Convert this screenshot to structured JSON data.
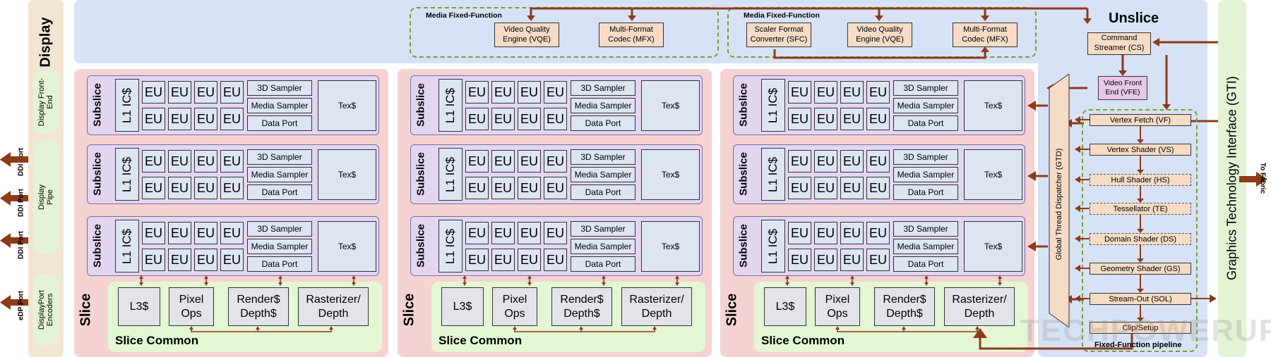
{
  "display": {
    "title": "Display",
    "front_end": "Display Front-End",
    "pipe": "Display Pipe",
    "encoders": "DisplayPort Encoders",
    "ports": [
      "DDI Port",
      "DDI Port",
      "DDI Port",
      "eDP Port"
    ]
  },
  "unslice": {
    "title": "Unslice",
    "command_streamer": "Command Streamer (CS)",
    "video_front_end": "Video Front End (VFE)",
    "gtd": "Global Thread Dispatcher (GTD)"
  },
  "media_ff": {
    "label": "Media Fixed-Function",
    "left": [
      "Video Quality Engine (VQE)",
      "Multi-Format Codec (MFX)"
    ],
    "right": [
      "Scaler Format Converter (SFC)",
      "Video Quality Engine (VQE)",
      "Multi-Format Codec (MFX)"
    ]
  },
  "slice": {
    "label": "Slice",
    "subslice_label": "Subslice",
    "l1": "L1 IC$",
    "eu": "EU",
    "sampler3d": "3D Sampler",
    "media_sampler": "Media Sampler",
    "data_port": "Data Port",
    "tex": "Tex$",
    "common_label": "Slice Common",
    "l3": "L3$",
    "pixel_ops": "Pixel Ops",
    "render": "Render$ Depth$",
    "raster": "Rasterizer/ Depth"
  },
  "pipeline": {
    "label": "Fixed-Function pipeline",
    "stages": [
      "Vertex Fetch (VF)",
      "Vertex Shader (VS)",
      "Hull Shader (HS)",
      "Tessellator (TE)",
      "Domain Shader (DS)",
      "Geometry Shader (GS)",
      "Stream-Out (SOL)",
      "Clip/Setup"
    ]
  },
  "gti": {
    "label": "Graphics Technology Interface (GTI)",
    "to_fabric": "To Fabric"
  },
  "watermark": "TECHPOWERUP",
  "colors": {
    "arrow": "#8b3a1a",
    "slice_bg": "#f6d3d3",
    "unslice_bg": "#d8e2f6",
    "subslice_bg": "#e2d6f0",
    "slice_common_bg": "#e4f6d4",
    "ff_bg": "#f6dcc6",
    "dashed_green": "#6fa332",
    "display_bg": "#f2e6d2",
    "gti_bg": "#e2f4d4"
  }
}
